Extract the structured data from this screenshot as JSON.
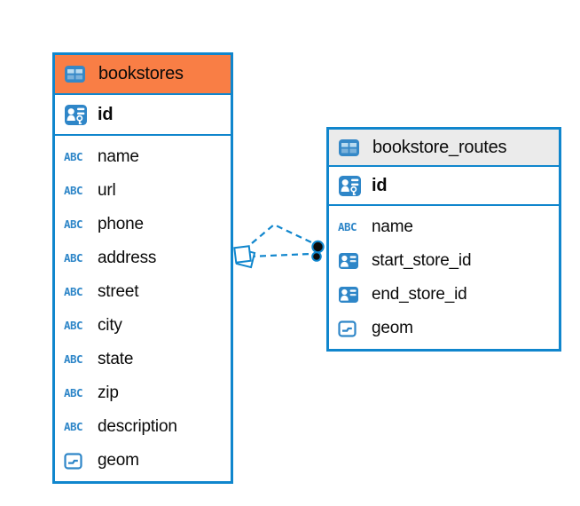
{
  "diagram": {
    "background_color": "#ffffff",
    "accent_color": "#1086cd",
    "icon_color": "#2e86c8",
    "text_color": "#0a0a0a",
    "type_glyphs": {
      "text": "ABC"
    },
    "tables": [
      {
        "name": "bookstores",
        "header_bg": "#f97e45",
        "header_icon": "table-icon",
        "primary_key": {
          "name": "id",
          "icon": "primary-key-icon"
        },
        "columns": [
          {
            "name": "name",
            "icon": "text-type-icon"
          },
          {
            "name": "url",
            "icon": "text-type-icon"
          },
          {
            "name": "phone",
            "icon": "text-type-icon"
          },
          {
            "name": "address",
            "icon": "text-type-icon"
          },
          {
            "name": "street",
            "icon": "text-type-icon"
          },
          {
            "name": "city",
            "icon": "text-type-icon"
          },
          {
            "name": "state",
            "icon": "text-type-icon"
          },
          {
            "name": "zip",
            "icon": "text-type-icon"
          },
          {
            "name": "description",
            "icon": "text-type-icon"
          },
          {
            "name": "geom",
            "icon": "geometry-type-icon"
          }
        ]
      },
      {
        "name": "bookstore_routes",
        "header_bg": "#ebebeb",
        "header_icon": "table-icon",
        "primary_key": {
          "name": "id",
          "icon": "primary-key-icon"
        },
        "columns": [
          {
            "name": "name",
            "icon": "text-type-icon"
          },
          {
            "name": "start_store_id",
            "icon": "foreign-key-icon"
          },
          {
            "name": "end_store_id",
            "icon": "foreign-key-icon"
          },
          {
            "name": "geom",
            "icon": "geometry-type-icon"
          }
        ]
      }
    ],
    "relationship": {
      "from_table": "bookstores",
      "to_table": "bookstore_routes",
      "line_style": "dashed",
      "line_color": "#1086cd",
      "line_count": 2,
      "source_marker": "diamond-marker",
      "target_marker": "dot-marker"
    }
  }
}
